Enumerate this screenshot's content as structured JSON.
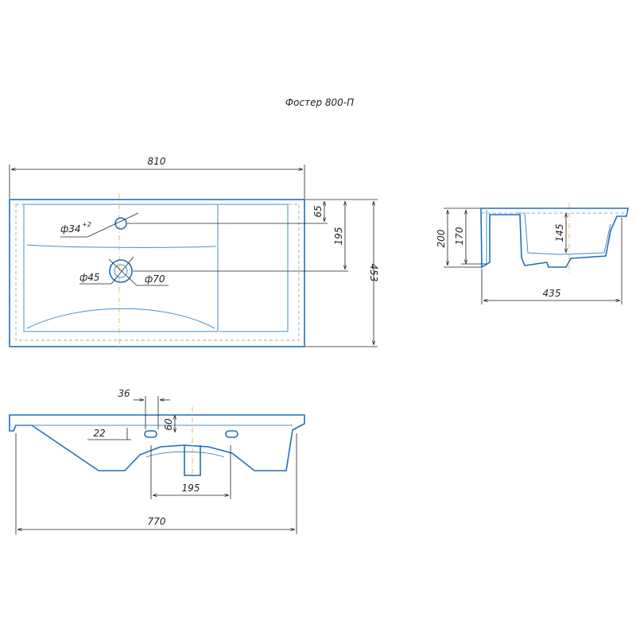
{
  "title": "Фостер 800-П",
  "top_view": {
    "width_label": "810",
    "depth_label": "453",
    "offset_small_label": "65",
    "offset_drain_label": "195",
    "tap_hole_label": "ф34",
    "tap_hole_tol": "+2",
    "drain_inner_label": "ф45",
    "drain_outer_label": "ф70"
  },
  "side_view": {
    "height_total_label": "200",
    "height_bowl_label": "170",
    "depth_inner_label": "145",
    "depth_label": "435"
  },
  "front_view": {
    "hole_width_label": "36",
    "hole_height_label": "22",
    "hole_offset_label": "60",
    "drain_width_label": "195",
    "bottom_width_label": "770"
  }
}
